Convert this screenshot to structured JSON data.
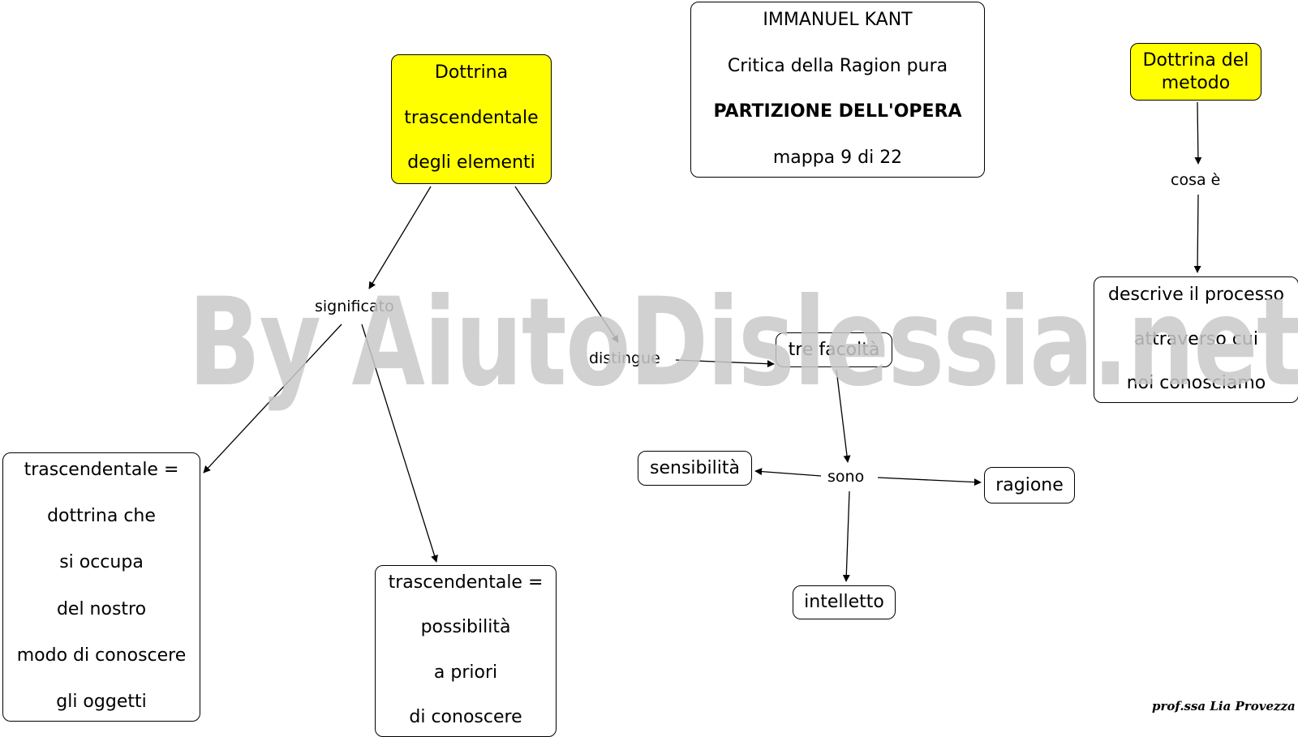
{
  "title_box": {
    "line1": "IMMANUEL KANT",
    "line2": "Critica della Ragion pura",
    "line3": "PARTIZIONE DELL'OPERA",
    "line4": "mappa 9 di 22"
  },
  "nodes": {
    "dottrina_elementi": [
      "Dottrina",
      "trascendentale",
      "degli elementi"
    ],
    "dottrina_metodo": [
      "Dottrina del",
      "metodo"
    ],
    "trascendentale_1": [
      "trascendentale =",
      "dottrina che",
      "si occupa",
      "del nostro",
      "modo di conoscere",
      "gli oggetti"
    ],
    "trascendentale_2": [
      "trascendentale =",
      "possibilità",
      "a priori",
      "di conoscere"
    ],
    "tre_facolta": "tre facoltà",
    "sensibilita": "sensibilità",
    "ragione": "ragione",
    "intelletto": "intelletto",
    "descrive": [
      "descrive il processo",
      "attraverso cui",
      "noi conosciamo"
    ]
  },
  "links": {
    "significato": "significato",
    "distingue": "distingue",
    "sono": "sono",
    "cosa_e": "cosa è"
  },
  "watermark": "By AiutoDislessia.net",
  "signature": "prof.ssa Lia Provezza",
  "colors": {
    "highlight_node": "#ffff00",
    "node": "#ffffff",
    "line": "#000000",
    "watermark": "#c9c9c9"
  }
}
